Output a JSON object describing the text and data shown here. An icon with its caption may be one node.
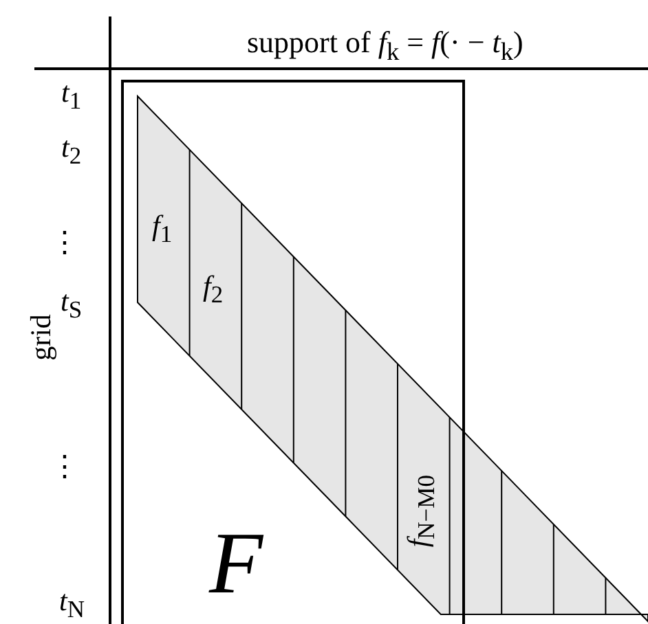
{
  "diagram": {
    "nodes": [
      {
        "text": [
          "F"
        ]
      }
    ],
    "edges": [],
    "labels": [
      "support of *f*$_{k}$ = *f*(· − *t*$_{k}$)",
      "*t*$_{1}$",
      "*t*$_{2}$",
      "⋮",
      "*t*$_{S}$",
      "grid",
      "⋮",
      "*t*$_{N}$",
      "*f*$_{1}$",
      "*f*$_{2}$",
      "*f*$_{N−M0}$"
    ]
  }
}
